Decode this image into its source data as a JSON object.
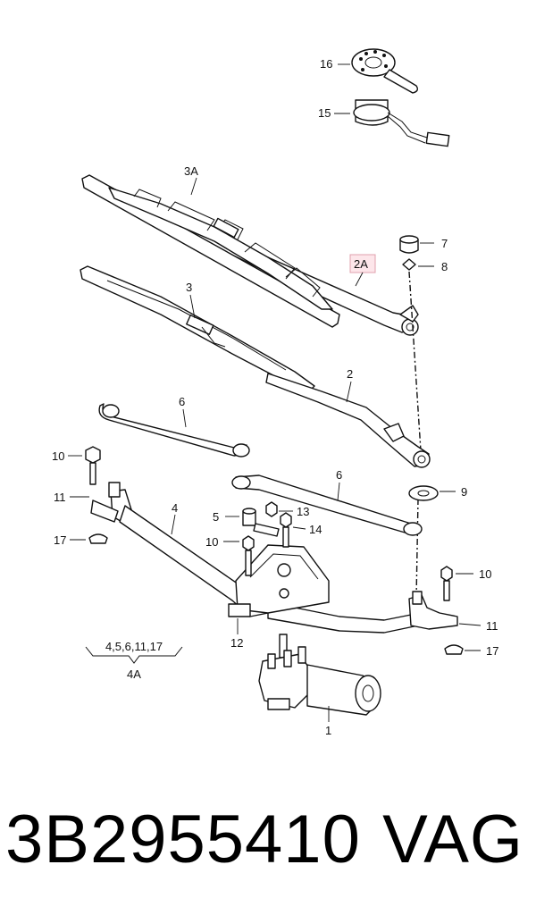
{
  "callouts": {
    "c16": "16",
    "c15": "15",
    "c3a": "3A",
    "c7": "7",
    "c2a": "2A",
    "c8": "8",
    "c3": "3",
    "c2": "2",
    "c6a": "6",
    "c6b": "6",
    "c9": "9",
    "c10a": "10",
    "c11a": "11",
    "c4": "4",
    "c5": "5",
    "c13": "13",
    "c14": "14",
    "c10b": "10",
    "c17a": "17",
    "c10c": "10",
    "c11b": "11",
    "c12": "12",
    "c17b": "17",
    "c1": "1"
  },
  "group": {
    "members": "4,5,6,11,17",
    "code": "4A"
  },
  "highlight_color": "#fde6ea",
  "footer": {
    "part_number": "3B2955410",
    "brand": "VAG"
  }
}
